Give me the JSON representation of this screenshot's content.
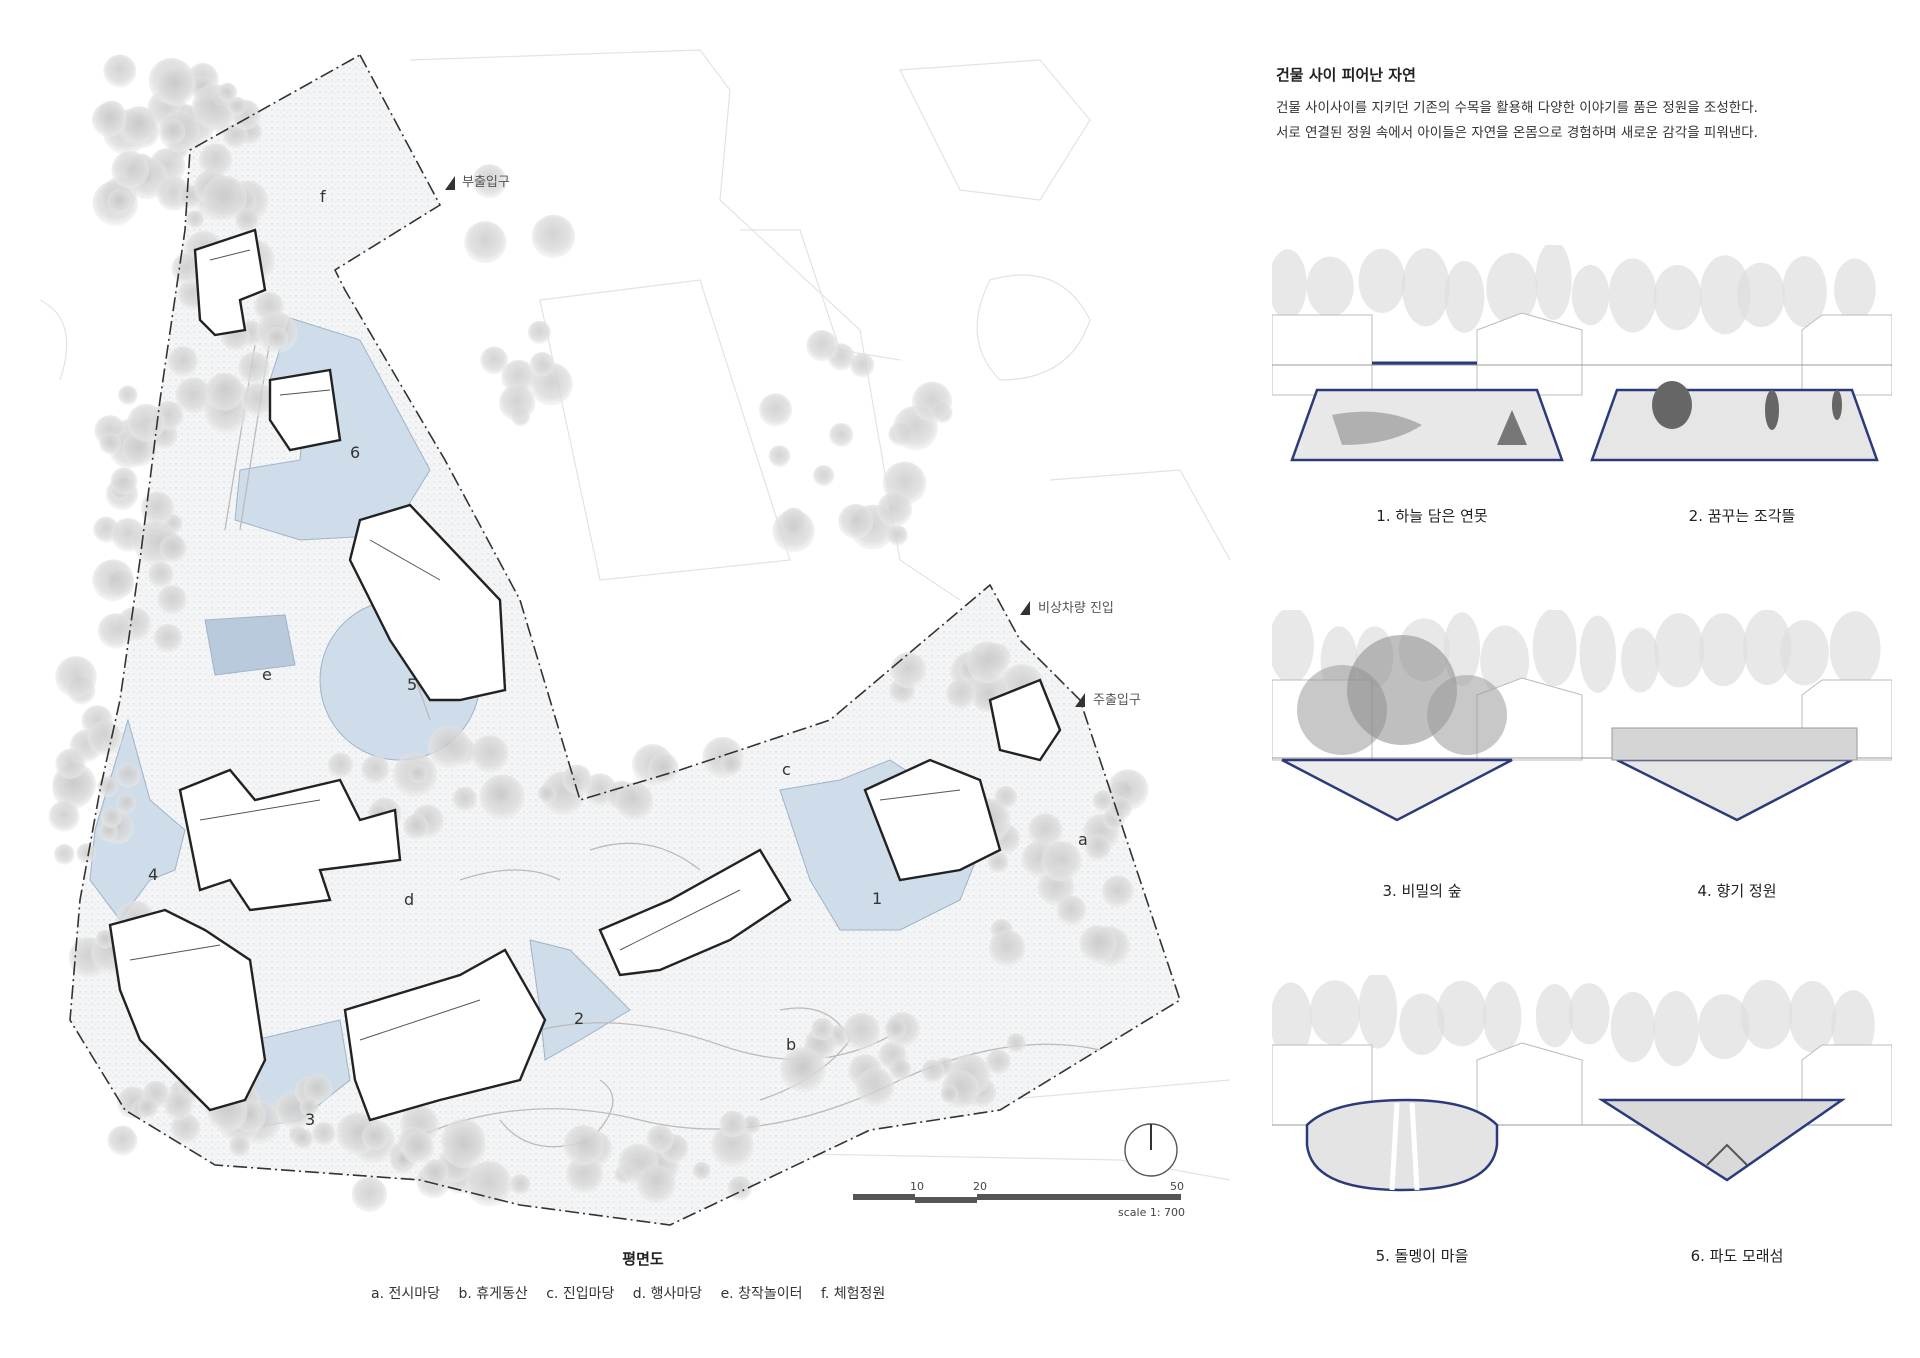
{
  "plan": {
    "entries": {
      "secondary": "부출입구",
      "emergency": "비상차량 진입",
      "main": "주출입구"
    },
    "areas": [
      "a",
      "b",
      "c",
      "d",
      "e",
      "f"
    ],
    "gardens": [
      "1",
      "2",
      "3",
      "4",
      "5",
      "6"
    ],
    "scale": {
      "ticks": [
        "10",
        "20",
        "50"
      ],
      "label": "scale 1: 700"
    },
    "title": "평면도",
    "legend": [
      "a. 전시마당",
      "b. 휴게동산",
      "c. 진입마당",
      "d. 행사마당",
      "e. 창작놀이터",
      "f. 체험정원"
    ]
  },
  "right": {
    "title": "건물 사이 피어난 자연",
    "desc_line1": "건물 사이사이를 지키던 기존의 수목을 활용해 다양한 이야기를 품은 정원을 조성한다.",
    "desc_line2": "서로 연결된 정원 속에서 아이들은 자연을 온몸으로 경험하며 새로운 감각을 피워낸다."
  },
  "sections": [
    {
      "label": "1. 하늘 담은 연못"
    },
    {
      "label": "2. 꿈꾸는 조각뜰"
    },
    {
      "label": "3. 비밀의 숲"
    },
    {
      "label": "4. 향기 정원"
    },
    {
      "label": "5. 돌멩이 마을"
    },
    {
      "label": "6. 파도 모래섬"
    }
  ],
  "colors": {
    "boundary": "#333333",
    "tree": "#d8d8d8",
    "garden_fill": "#c9d7e6",
    "section_outline": "#2b3a7a",
    "building": "#222222"
  }
}
